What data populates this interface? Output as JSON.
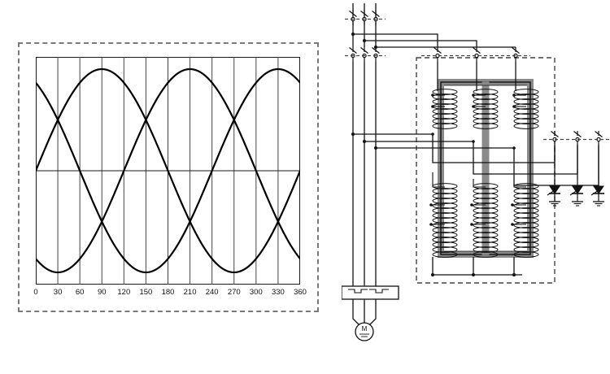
{
  "figure": {
    "title": "",
    "left_panel_name": "three-phase-waveform-chart",
    "right_panel_name": "three-phase-transformer-circuit-diagram"
  },
  "chart_data": {
    "type": "line",
    "title": "",
    "xlabel": "",
    "ylabel": "",
    "xlim": [
      0,
      360
    ],
    "ylim": [
      -1.12,
      1.12
    ],
    "grid": true,
    "grid_axis": "x",
    "legend": "none",
    "x_tick_labels": [
      "0",
      "30",
      "60",
      "90",
      "120",
      "150",
      "180",
      "210",
      "240",
      "270",
      "300",
      "330",
      "360"
    ],
    "x_ticks": [
      0,
      30,
      60,
      90,
      120,
      150,
      180,
      210,
      240,
      270,
      300,
      330,
      360
    ],
    "x_tick_step": 30,
    "series": [
      {
        "name": "phase-a",
        "phase_deg": 0,
        "amplitude": 1,
        "x": [
          0,
          30,
          60,
          90,
          120,
          150,
          180,
          210,
          240,
          270,
          300,
          330,
          360
        ],
        "values": [
          0,
          0.5,
          0.866,
          1,
          0.866,
          0.5,
          0,
          -0.5,
          -0.866,
          -1,
          -0.866,
          -0.5,
          0
        ]
      },
      {
        "name": "phase-b",
        "phase_deg": -120,
        "amplitude": 1,
        "x": [
          0,
          30,
          60,
          90,
          120,
          150,
          180,
          210,
          240,
          270,
          300,
          330,
          360
        ],
        "values": [
          -0.866,
          -1,
          -0.866,
          -0.5,
          0,
          0.5,
          0.866,
          1,
          0.866,
          0.5,
          0,
          -0.5,
          -0.866
        ]
      },
      {
        "name": "phase-c",
        "phase_deg": 120,
        "amplitude": 1,
        "x": [
          0,
          30,
          60,
          90,
          120,
          150,
          180,
          210,
          240,
          270,
          300,
          330,
          360
        ],
        "values": [
          0.866,
          0.5,
          0,
          -0.5,
          -0.866,
          -1,
          -0.866,
          -0.5,
          0,
          0.5,
          0.866,
          1,
          0.866
        ]
      }
    ]
  },
  "circuit": {
    "enclosure_label": "",
    "supply": {
      "name": "three-phase-supply",
      "line_count": 3
    },
    "contactors": [
      {
        "name": "main-contactor-upper",
        "poles": 3
      },
      {
        "name": "main-contactor-lower",
        "poles": 3
      },
      {
        "name": "tap-contactor-primary",
        "poles": 3
      },
      {
        "name": "output-contactor",
        "poles": 3
      }
    ],
    "transformer": {
      "name": "three-limb-transformer",
      "limbs": 3,
      "upper_coils_per_limb": 2,
      "lower_coils_per_limb": 4
    },
    "thyristors": {
      "name": "thyristor-bank",
      "count": 3
    },
    "terminal_block": {
      "name": "terminal-block",
      "terminals": 3
    },
    "motor": {
      "name": "motor",
      "label": "M"
    }
  },
  "colors": {
    "panel_border": "#7a7a7a",
    "plot_frame": "#1a1a1a",
    "gridline": "#444444",
    "waveform": "#000000",
    "circuit_line": "#111111",
    "circuit_dashed": "#555555",
    "core_fill": "#8a8a8a",
    "background": "#ffffff"
  }
}
